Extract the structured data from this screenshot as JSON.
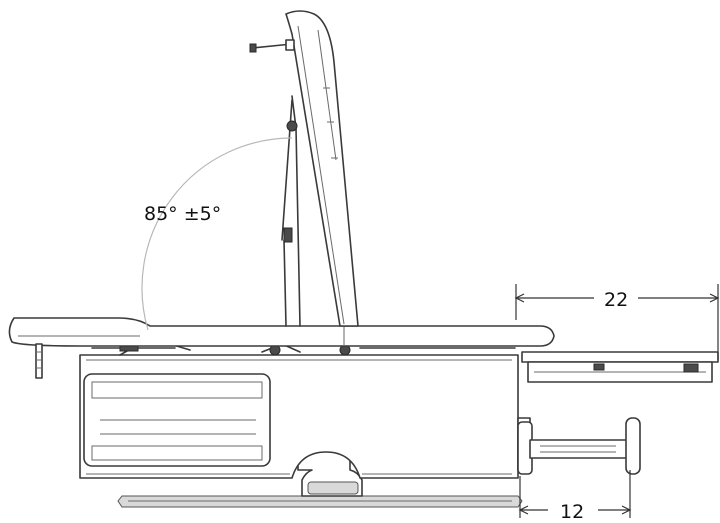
{
  "annotations": {
    "angle_label": "85° ±5°",
    "dim_top_label": "22",
    "dim_bottom_label": "12"
  },
  "colors": {
    "line": "#3a3a3a",
    "arc": "#b8b8b8",
    "text": "#111111"
  }
}
